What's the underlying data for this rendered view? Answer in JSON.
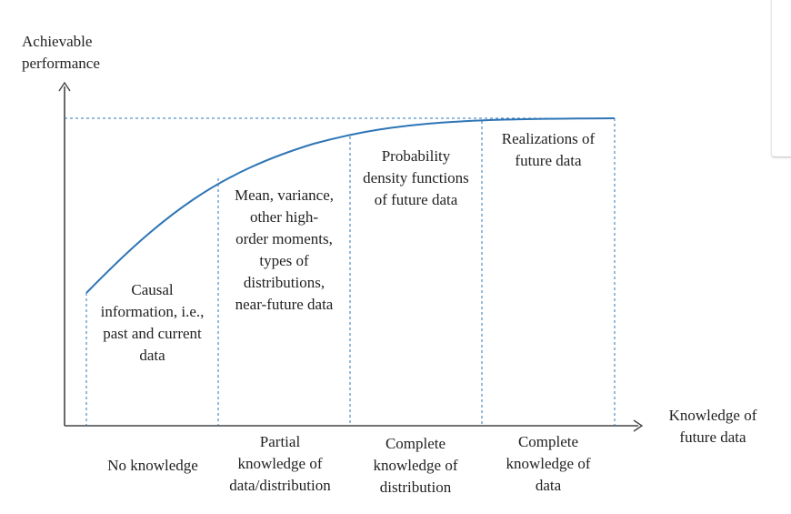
{
  "diagram": {
    "y_axis_label": "Achievable\nperformance",
    "x_axis_label": "Knowledge of\nfuture data",
    "regions": [
      {
        "information": "Causal\ninformation, i.e.,\npast and current\ndata",
        "knowledge": "No knowledge"
      },
      {
        "information": "Mean, variance,\nother high-\norder moments,\ntypes of\ndistributions,\nnear-future data",
        "knowledge": "Partial\nknowledge of\ndata/distribution"
      },
      {
        "information": "Probability\ndensity functions\nof future data",
        "knowledge": "Complete\nknowledge of\ndistribution"
      },
      {
        "information": "Realizations of\nfuture data",
        "knowledge": "Complete\nknowledge of\ndata"
      }
    ],
    "colors": {
      "curve": "#2e75b6",
      "dashed": "#2e75b6",
      "axis": "#444444",
      "text": "#222222"
    }
  }
}
